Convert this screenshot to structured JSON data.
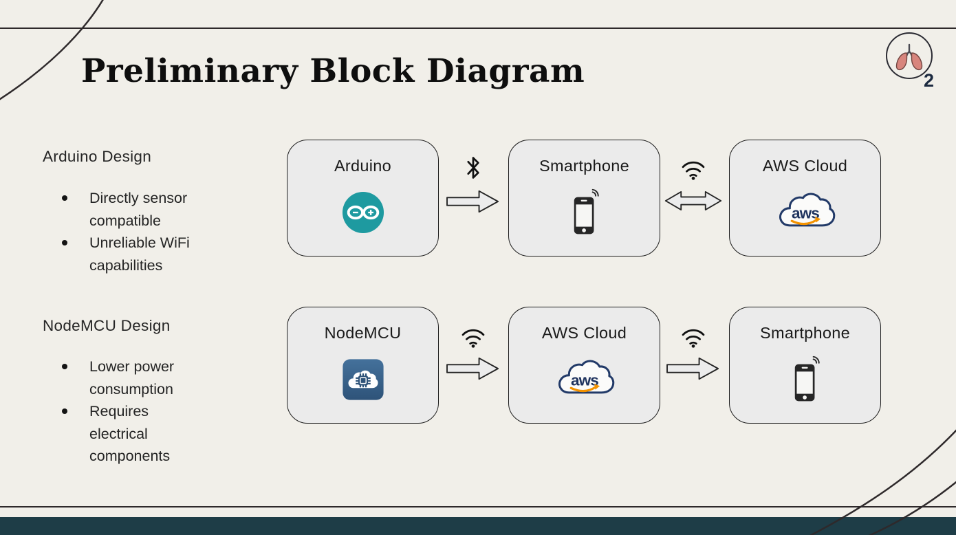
{
  "slide": {
    "title": "Preliminary Block Diagram"
  },
  "logo": {
    "name": "o2-lungs-logo",
    "subscript": "2"
  },
  "sections": [
    {
      "heading": "Arduino Design",
      "bullets": [
        "Directly sensor\ncompatible",
        "Unreliable WiFi\ncapabilities"
      ]
    },
    {
      "heading": "NodeMCU Design",
      "bullets": [
        "Lower power\nconsumption",
        "Requires\nelectrical\ncomponents"
      ]
    }
  ],
  "diagram": {
    "aws_wordmark": "aws",
    "rows": [
      {
        "nodes": [
          {
            "label": "Arduino",
            "icon": "arduino-logo"
          },
          {
            "label": "Smartphone",
            "icon": "smartphone-icon"
          },
          {
            "label": "AWS Cloud",
            "icon": "aws-cloud-logo"
          }
        ],
        "connectors": [
          {
            "icon": "bluetooth-icon",
            "arrow": "right"
          },
          {
            "icon": "wifi-icon",
            "arrow": "double"
          }
        ]
      },
      {
        "nodes": [
          {
            "label": "NodeMCU",
            "icon": "nodemcu-logo"
          },
          {
            "label": "AWS Cloud",
            "icon": "aws-cloud-logo"
          },
          {
            "label": "Smartphone",
            "icon": "smartphone-icon"
          }
        ],
        "connectors": [
          {
            "icon": "wifi-icon",
            "arrow": "right"
          },
          {
            "icon": "wifi-icon",
            "arrow": "right"
          }
        ]
      }
    ]
  },
  "colors": {
    "background": "#f1efe9",
    "box_fill": "#ebebeb",
    "box_border": "#1c1c1c",
    "bottom_bar": "#1e3d47",
    "line": "#2e292b",
    "arduino_teal": "#1e9aa0",
    "aws_navy": "#20345f",
    "aws_orange": "#f39200",
    "nodemcu_blue": "#2e5379",
    "text": "#242424"
  }
}
